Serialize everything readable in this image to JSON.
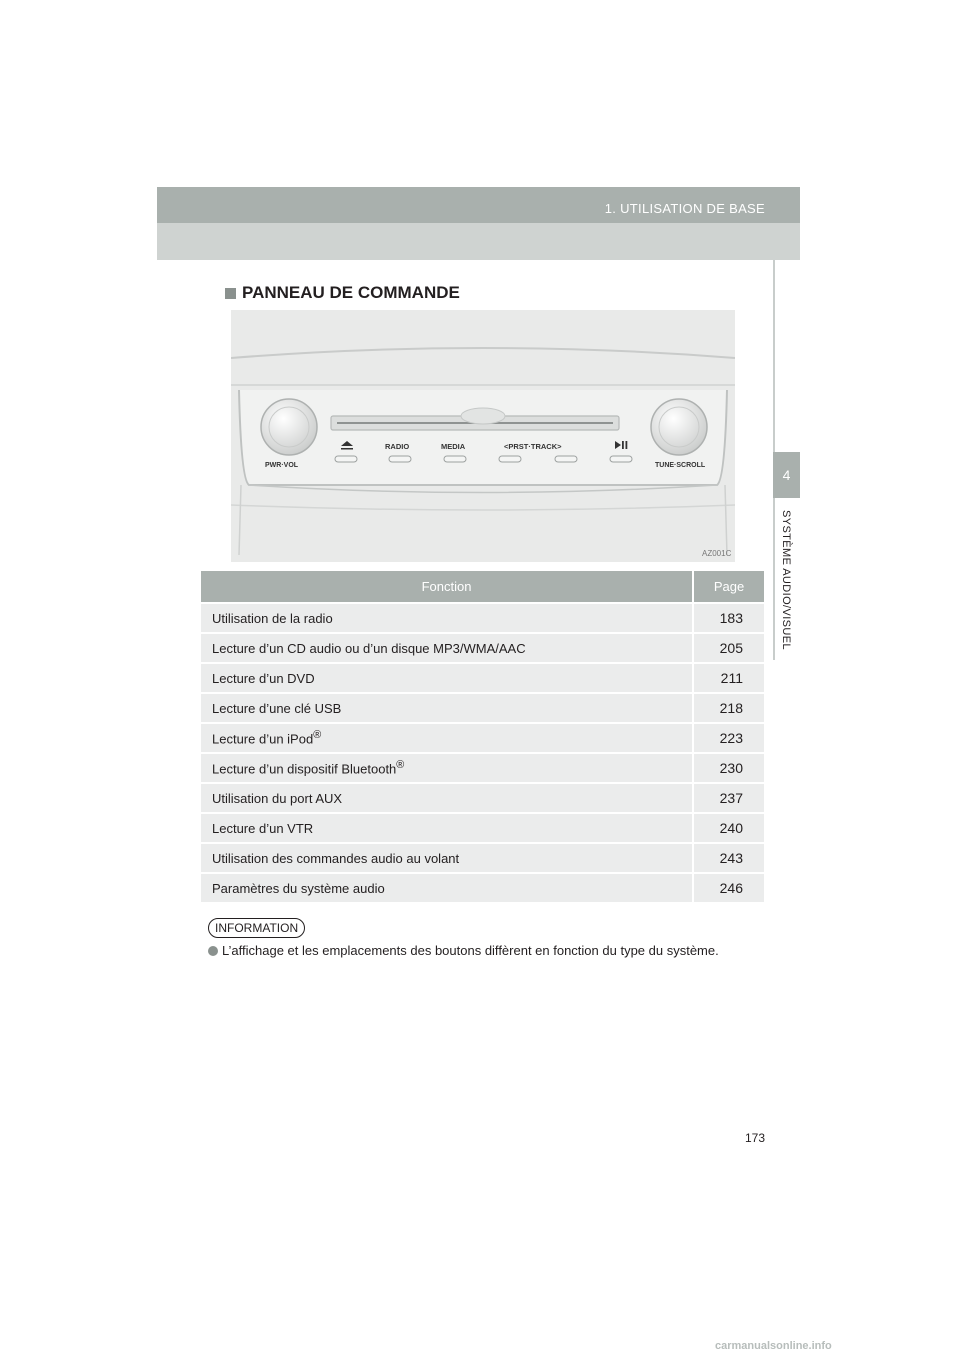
{
  "header": {
    "title": "1. UTILISATION DE BASE"
  },
  "chapter": {
    "number": "4",
    "label": "SYSTÈME AUDIO/VISUEL"
  },
  "section": {
    "heading": "PANNEAU DE COMMANDE"
  },
  "panel": {
    "labels": {
      "pwr_vol": "PWR·VOL",
      "radio": "RADIO",
      "media": "MEDIA",
      "prst_track": "<PRST·TRACK>",
      "tune_scroll": "TUNE·SCROLL"
    },
    "figure_code": "AZ001C"
  },
  "table": {
    "headers": {
      "function": "Fonction",
      "page": "Page"
    },
    "rows": [
      {
        "function": "Utilisation de la radio",
        "sup": "",
        "page": "183"
      },
      {
        "function": "Lecture d’un CD audio ou d’un disque MP3/WMA/AAC",
        "sup": "",
        "page": "205"
      },
      {
        "function": "Lecture d’un DVD",
        "sup": "",
        "page": "211"
      },
      {
        "function": "Lecture d’une clé USB",
        "sup": "",
        "page": "218"
      },
      {
        "function": "Lecture d’un iPod",
        "sup": "®",
        "page": "223"
      },
      {
        "function": "Lecture d’un dispositif Bluetooth",
        "sup": "®",
        "page": "230"
      },
      {
        "function": "Utilisation du port AUX",
        "sup": "",
        "page": "237"
      },
      {
        "function": "Lecture d’un VTR",
        "sup": "",
        "page": "240"
      },
      {
        "function": "Utilisation des commandes audio au volant",
        "sup": "",
        "page": "243"
      },
      {
        "function": "Paramètres du système audio",
        "sup": "",
        "page": "246"
      }
    ]
  },
  "information": {
    "label": "INFORMATION",
    "text": "L’affichage et les emplacements des boutons diffèrent en fonction du type du système."
  },
  "page_number": "173",
  "watermark": "carmanualsonline.info"
}
